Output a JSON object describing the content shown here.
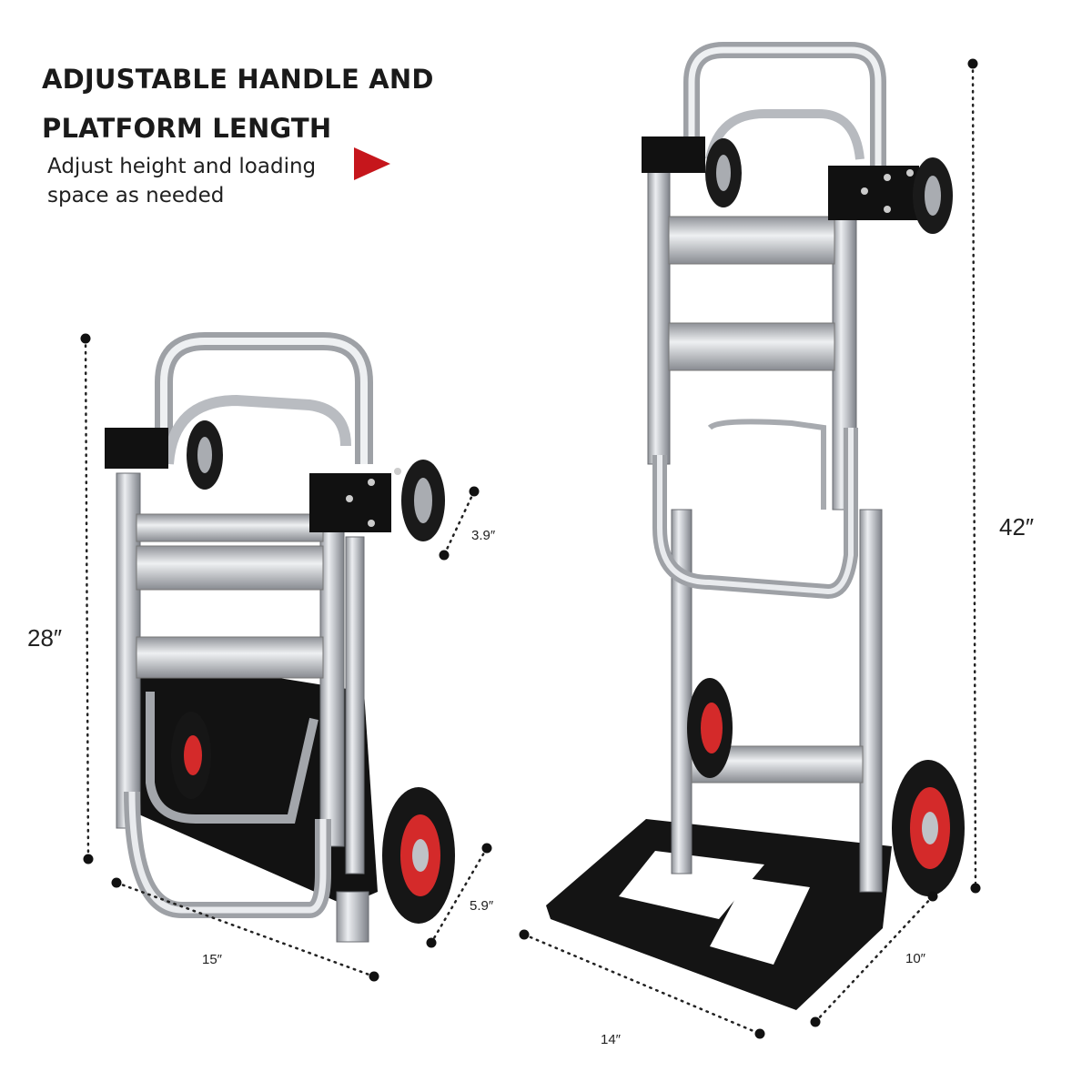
{
  "header": {
    "title_line1": "ADJUSTABLE HANDLE AND",
    "title_line2": "PLATFORM LENGTH",
    "subtitle_line1": "Adjust height and loading",
    "subtitle_line2": "space as needed",
    "arrow_icon": "play-arrow-icon",
    "arrow_color": "#c6161c"
  },
  "folded_cart": {
    "height_label": "28″",
    "width_label": "15″",
    "depth_label": "5.9″",
    "wheel_label": "3.9″"
  },
  "extended_cart": {
    "height_label": "42″",
    "width_label": "14″",
    "depth_label": "10″"
  },
  "colors": {
    "aluminum": "#c9cbcf",
    "frame_dark": "#1a1a1a",
    "wheel_hub": "#d42a2a"
  }
}
